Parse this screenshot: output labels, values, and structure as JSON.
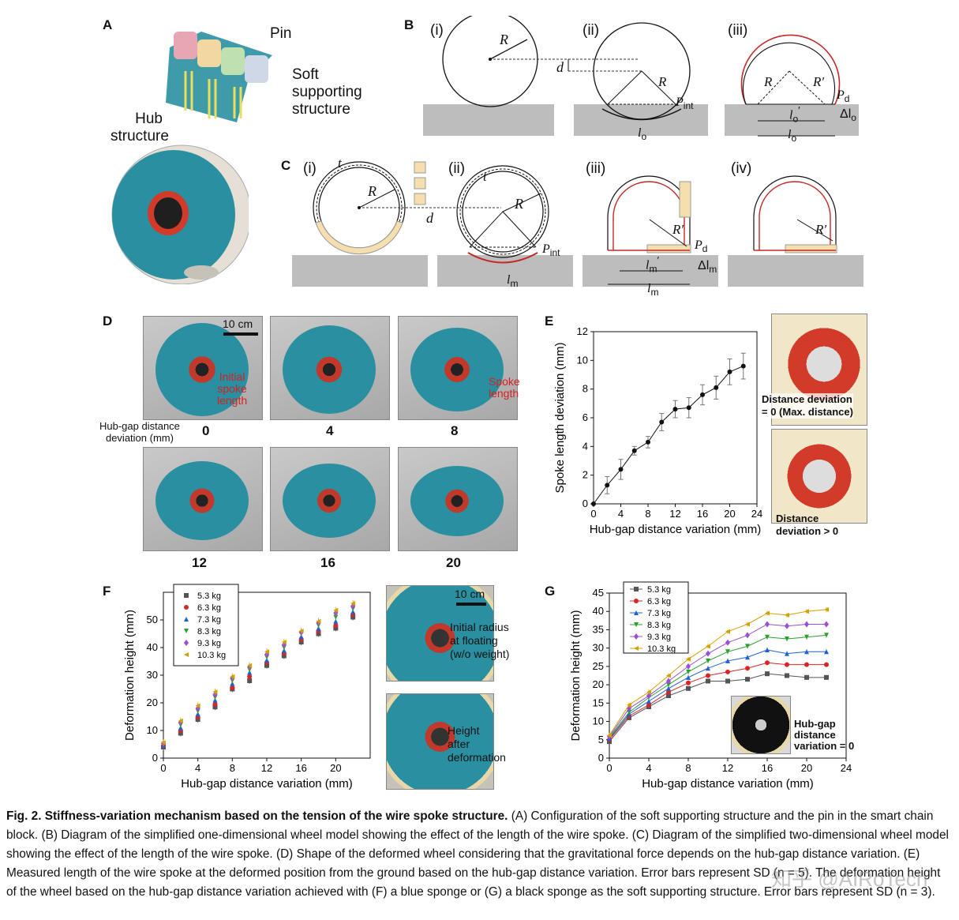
{
  "panels": {
    "A": {
      "label": "A",
      "pin": "Pin",
      "soft": "Soft\nsupporting\nstructure",
      "hub": "Hub\nstructure"
    },
    "B": {
      "label": "B",
      "sub": [
        "(i)",
        "(ii)",
        "(iii)"
      ],
      "R": "R",
      "Rp": "R′",
      "d": "d",
      "Pint": "P",
      "Pint_sub": "int",
      "Pd": "P",
      "Pd_sub": "d",
      "lo": "l",
      "lo_sub": "o",
      "lo_prime": "l",
      "dlo": "Δl",
      "dlo_sub": "o"
    },
    "C": {
      "label": "C",
      "sub": [
        "(i)",
        "(ii)",
        "(iii)",
        "(iv)"
      ],
      "t": "t",
      "R": "R",
      "Rp": "R′",
      "d": "d",
      "Pint": "P",
      "Pint_sub": "int",
      "Pd": "P",
      "Pd_sub": "d",
      "lm": "l",
      "lm_sub": "m",
      "dlm": "Δl",
      "dlm_sub": "m"
    },
    "D": {
      "label": "D",
      "scale": "10 cm",
      "initial": "Initial\nspoke\nlength",
      "spoke": "Spoke\nlength",
      "row_label": "Hub-gap distance\ndeviation (mm)",
      "values": [
        "0",
        "4",
        "8",
        "12",
        "16",
        "20"
      ]
    },
    "E": {
      "label": "E",
      "photo1": "Distance deviation\n= 0 (Max. distance)",
      "photo2": "Distance\ndeviation > 0"
    },
    "F": {
      "label": "F",
      "scale": "10 cm",
      "photo1": "Initial radius\nat floating\n(w/o weight)",
      "photo2": "Height\nafter\ndeformation"
    },
    "G": {
      "label": "G",
      "photo": "Hub-gap\ndistance\nvariation = 0"
    }
  },
  "chart_data": [
    {
      "id": "E",
      "type": "line",
      "xlabel": "Hub-gap distance variation (mm)",
      "ylabel": "Spoke length deviation (mm)",
      "xlim": [
        0,
        24
      ],
      "ylim": [
        0,
        12
      ],
      "xticks": [
        0,
        4,
        8,
        12,
        16,
        20,
        24
      ],
      "yticks": [
        0,
        2,
        4,
        6,
        8,
        10,
        12
      ],
      "x": [
        0,
        2,
        4,
        6,
        8,
        10,
        12,
        14,
        16,
        18,
        20,
        22
      ],
      "y": [
        0,
        1.3,
        2.4,
        3.7,
        4.3,
        5.7,
        6.6,
        6.7,
        7.6,
        8.1,
        9.2,
        9.6
      ],
      "err": [
        0,
        0.6,
        0.7,
        0.3,
        0.4,
        0.6,
        0.6,
        0.7,
        0.7,
        0.8,
        0.9,
        0.9
      ],
      "color": "#111111"
    },
    {
      "id": "F",
      "type": "scatter",
      "xlabel": "Hub-gap distance variation (mm)",
      "ylabel": "Deformation height (mm)",
      "xlim": [
        0,
        24
      ],
      "ylim": [
        0,
        60
      ],
      "xticks": [
        0,
        4,
        8,
        12,
        16,
        20
      ],
      "yticks": [
        0,
        10,
        20,
        30,
        40,
        50
      ],
      "x": [
        0,
        2,
        4,
        6,
        8,
        10,
        12,
        14,
        16,
        18,
        20,
        22
      ],
      "series": [
        {
          "name": "5.3 kg",
          "color": "#555555",
          "marker": "square",
          "values": [
            4,
            9,
            14,
            18.5,
            25,
            28,
            33.5,
            37,
            42,
            45,
            47,
            51
          ]
        },
        {
          "name": "6.3 kg",
          "color": "#d62728",
          "marker": "circle",
          "values": [
            4.3,
            10,
            15,
            19.5,
            25.5,
            29.5,
            34.5,
            38,
            43,
            46,
            48,
            52
          ]
        },
        {
          "name": "7.3 kg",
          "color": "#1f5fd6",
          "marker": "triangle-up",
          "values": [
            4.6,
            11,
            16,
            21,
            27,
            31,
            35.5,
            39,
            44,
            47,
            49.5,
            53
          ]
        },
        {
          "name": "8.3 kg",
          "color": "#2ca02c",
          "marker": "triangle-down",
          "values": [
            5,
            12,
            17,
            22,
            28,
            32,
            36.5,
            40,
            45,
            48,
            51,
            54
          ]
        },
        {
          "name": "9.3 kg",
          "color": "#9b4dd6",
          "marker": "diamond",
          "values": [
            5.3,
            13,
            18,
            23,
            29,
            33,
            37.5,
            41,
            45.5,
            49,
            52.5,
            55
          ]
        },
        {
          "name": "10.3 kg",
          "color": "#d4a000",
          "marker": "triangle-left",
          "values": [
            5.6,
            13.5,
            19,
            24,
            29.5,
            33.5,
            38.5,
            42,
            46,
            49.5,
            53.5,
            56
          ]
        }
      ]
    },
    {
      "id": "G",
      "type": "line",
      "xlabel": "Hub-gap distance variation (mm)",
      "ylabel": "Deformation height (mm)",
      "xlim": [
        0,
        24
      ],
      "ylim": [
        0,
        45
      ],
      "xticks": [
        0,
        4,
        8,
        12,
        16,
        20,
        24
      ],
      "yticks": [
        0,
        5,
        10,
        15,
        20,
        25,
        30,
        35,
        40,
        45
      ],
      "x": [
        0,
        2,
        4,
        6,
        8,
        10,
        12,
        14,
        16,
        18,
        20,
        22
      ],
      "series": [
        {
          "name": "5.3 kg",
          "color": "#555555",
          "marker": "square",
          "values": [
            4.5,
            11,
            14,
            17,
            19,
            21,
            21,
            21.5,
            23,
            22.5,
            22,
            22
          ]
        },
        {
          "name": "6.3 kg",
          "color": "#d62728",
          "marker": "circle",
          "values": [
            5,
            11.5,
            14.5,
            18,
            20.5,
            22.5,
            23.5,
            24.5,
            26,
            25.5,
            25.5,
            25.5
          ]
        },
        {
          "name": "7.3 kg",
          "color": "#1f5fd6",
          "marker": "triangle-up",
          "values": [
            5.3,
            12,
            15.5,
            19,
            22,
            24.5,
            26.5,
            27.5,
            29.5,
            28.5,
            29,
            29
          ]
        },
        {
          "name": "8.3 kg",
          "color": "#2ca02c",
          "marker": "triangle-down",
          "values": [
            5.6,
            12.5,
            16.5,
            20,
            23.5,
            26.5,
            29,
            30.5,
            33,
            32.5,
            33,
            33.5
          ]
        },
        {
          "name": "9.3 kg",
          "color": "#9b4dd6",
          "marker": "diamond",
          "values": [
            5.9,
            13.5,
            17,
            21,
            25,
            28.5,
            31.5,
            33.5,
            36.5,
            36,
            36.5,
            36.5
          ]
        },
        {
          "name": "10.3 kg",
          "color": "#d4a000",
          "marker": "triangle-left",
          "values": [
            6.2,
            14.5,
            18,
            22.5,
            27,
            30.5,
            34.5,
            36.5,
            39.5,
            39,
            40,
            40.5
          ]
        }
      ]
    }
  ],
  "caption": {
    "bold": "Fig. 2. Stiffness-variation mechanism based on the tension of the wire spoke structure.",
    "text": " (A) Configuration of the soft supporting structure and the pin in the smart chain block. (B) Diagram of the simplified one-dimensional wheel model showing the effect of the length of the wire spoke. (C) Diagram of the simplified two-dimensional wheel model showing the effect of the length of the wire spoke. (D) Shape of the deformed wheel considering that the gravitational force depends on the hub-gap distance variation. (E) Measured length of the wire spoke at the deformed position from the ground based on the hub-gap distance variation. Error bars represent SD (n = 5). The deformation height of the wheel based on the hub-gap distance variation achieved with (F) a blue sponge or (G) a black sponge as the soft supporting structure. Error bars represent SD (n = 3).",
    "watermark": "知乎 @AIRoTech"
  }
}
